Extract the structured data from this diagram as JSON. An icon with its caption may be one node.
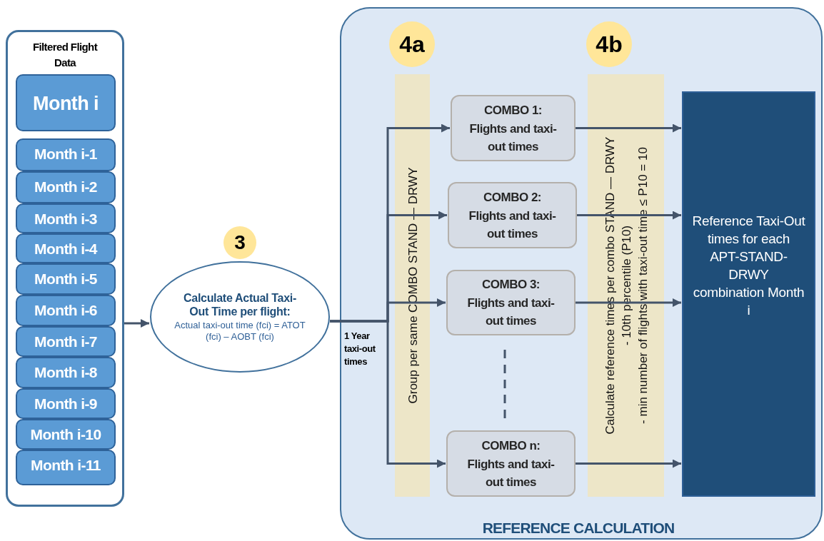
{
  "diagram": {
    "nodes": [
      {
        "text": [
          "Filtered Flight Data"
        ]
      },
      {
        "text": [
          "Month i"
        ],
        "in": 0
      },
      {
        "text": [
          "Month i-1"
        ],
        "in": 0
      },
      {
        "text": [
          "Month i-2"
        ],
        "in": 0
      },
      {
        "text": [
          "Month i-3"
        ],
        "in": 0
      },
      {
        "text": [
          "Month i-4"
        ],
        "in": 0
      },
      {
        "text": [
          "Month i-5"
        ],
        "in": 0
      },
      {
        "text": [
          "Month i-6"
        ],
        "in": 0
      },
      {
        "text": [
          "Month i-7"
        ],
        "in": 0
      },
      {
        "text": [
          "Month i-8"
        ],
        "in": 0
      },
      {
        "text": [
          "Month i-9"
        ],
        "in": 0
      },
      {
        "text": [
          "Month i-10"
        ],
        "in": 0
      },
      {
        "text": [
          "Month i-11"
        ],
        "in": 0
      },
      {
        "text": [
          "3"
        ]
      },
      {
        "text": [
          "Calculate Actual Taxi-Out Time per flight:",
          "Actual taxi-out time (fci) = ATOT (fci) – AOBT (fci)"
        ]
      },
      {
        "text": [
          "REFERENCE CALCULATION"
        ]
      },
      {
        "text": [
          "4a"
        ],
        "in": 15
      },
      {
        "text": [
          "4b"
        ],
        "in": 15
      },
      {
        "text": [
          "COMBO 1:",
          "Flights and taxi-out times"
        ],
        "in": 15
      },
      {
        "text": [
          "COMBO 2:",
          "Flights and taxi-out times"
        ],
        "in": 15
      },
      {
        "text": [
          "COMBO 3:",
          "Flights and taxi-out times"
        ],
        "in": 15
      },
      {
        "text": [
          "COMBO n:",
          "Flights and taxi-out times"
        ],
        "in": 15
      },
      {
        "text": [
          "Reference Taxi-Out times for each APT-STAND-DRWY combination Month i"
        ],
        "in": 15
      }
    ],
    "edges": [
      {
        "from": 0,
        "to": 14,
        "arrow": "to"
      },
      {
        "from": 14,
        "to": 18,
        "arrow": "to"
      },
      {
        "from": 14,
        "to": 19,
        "arrow": "to"
      },
      {
        "from": 14,
        "to": 20,
        "arrow": "to"
      },
      {
        "from": 14,
        "to": 21,
        "arrow": "to"
      },
      {
        "from": 18,
        "to": 22,
        "arrow": "to"
      },
      {
        "from": 19,
        "to": 22,
        "arrow": "to"
      },
      {
        "from": 20,
        "to": 22,
        "arrow": "to"
      },
      {
        "from": 21,
        "to": 22,
        "arrow": "to"
      }
    ],
    "labels": [
      "1 Year taxi-out times",
      "Group per same COMBO STAND — DRWY",
      "Calculate reference times per combo STAND — DRWY",
      "- 10th percentile (P10)",
      "- min number of flights with taxi-out  time ≤ P10 = 10"
    ]
  }
}
